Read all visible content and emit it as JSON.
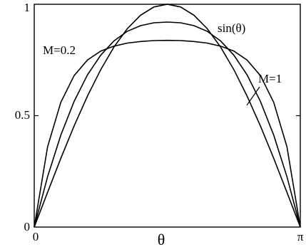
{
  "chart_data": {
    "type": "line",
    "title": "",
    "xlabel": "θ",
    "ylabel": "",
    "xlim": [
      0,
      3.14159
    ],
    "ylim": [
      0,
      1
    ],
    "grid": false,
    "x_ticks": [
      {
        "value": 0,
        "label": "0"
      },
      {
        "value": 3.14159,
        "label": "π"
      }
    ],
    "y_ticks": [
      {
        "value": 0,
        "label": "0"
      },
      {
        "value": 0.5,
        "label": "0.5"
      },
      {
        "value": 1,
        "label": "1"
      }
    ],
    "series": [
      {
        "name": "sin(θ)",
        "x": [
          0,
          0.1571,
          0.3142,
          0.4712,
          0.6283,
          0.7854,
          0.9425,
          1.0996,
          1.2566,
          1.4137,
          1.5708,
          1.7279,
          1.885,
          2.042,
          2.1991,
          2.3562,
          2.5133,
          2.6704,
          2.8274,
          2.9845,
          3.1416
        ],
        "y": [
          0,
          0.156,
          0.309,
          0.454,
          0.588,
          0.707,
          0.809,
          0.891,
          0.951,
          0.988,
          1.0,
          0.988,
          0.951,
          0.891,
          0.809,
          0.707,
          0.588,
          0.454,
          0.309,
          0.156,
          0
        ]
      },
      {
        "name": "M=1",
        "x": [
          0,
          0.1571,
          0.3142,
          0.4712,
          0.6283,
          0.7854,
          0.9425,
          1.0996,
          1.2566,
          1.4137,
          1.5708,
          1.7279,
          1.885,
          2.042,
          2.1991,
          2.3562,
          2.5133,
          2.6704,
          2.8274,
          2.9845,
          3.1416
        ],
        "y": [
          0,
          0.226,
          0.413,
          0.564,
          0.683,
          0.772,
          0.836,
          0.879,
          0.904,
          0.917,
          0.92,
          0.917,
          0.904,
          0.879,
          0.836,
          0.772,
          0.683,
          0.564,
          0.413,
          0.226,
          0
        ]
      },
      {
        "name": "M=0.2",
        "x": [
          0,
          0.1571,
          0.3142,
          0.4712,
          0.6283,
          0.7854,
          0.9425,
          1.0996,
          1.2566,
          1.4137,
          1.5708,
          1.7279,
          1.885,
          2.042,
          2.1991,
          2.3562,
          2.5133,
          2.6704,
          2.8274,
          2.9845,
          3.1416
        ],
        "y": [
          0,
          0.36,
          0.56,
          0.68,
          0.75,
          0.79,
          0.812,
          0.826,
          0.833,
          0.837,
          0.838,
          0.837,
          0.833,
          0.826,
          0.812,
          0.79,
          0.75,
          0.68,
          0.56,
          0.36,
          0
        ]
      }
    ],
    "annotations": [
      {
        "text": "sin(θ)",
        "target_series": "sin(θ)"
      },
      {
        "text": "M=0.2",
        "target_series": "M=0.2"
      },
      {
        "text": "M=1",
        "target_series": "M=1"
      }
    ]
  }
}
